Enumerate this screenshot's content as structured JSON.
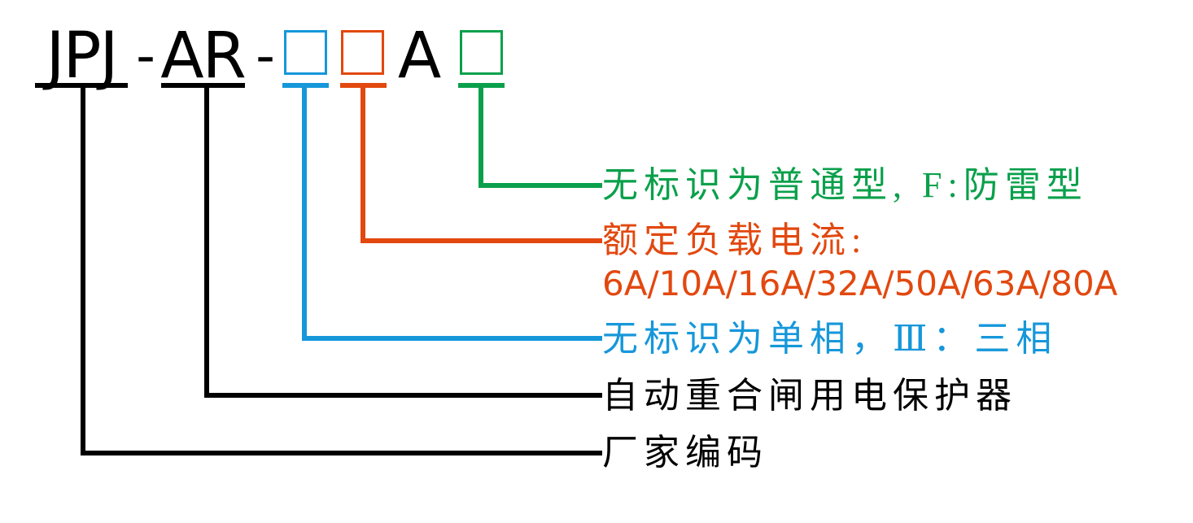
{
  "model_code": {
    "prefix": "JPJ",
    "dash1": "-",
    "series": "AR",
    "dash2": "-",
    "ampere": "A"
  },
  "legend": {
    "type": "无标识为普通型, F:防雷型",
    "current_title": "额定负载电流:",
    "current_values": "6A/10A/16A/32A/50A/63A/80A",
    "phase": "无标识为单相，Ⅲ：三相",
    "device": "自动重合闸用电保护器",
    "manufacturer": "厂家编码"
  },
  "colors": {
    "black": "#000000",
    "blue": "#1697DA",
    "orange": "#E2480F",
    "green": "#0AA04B"
  }
}
